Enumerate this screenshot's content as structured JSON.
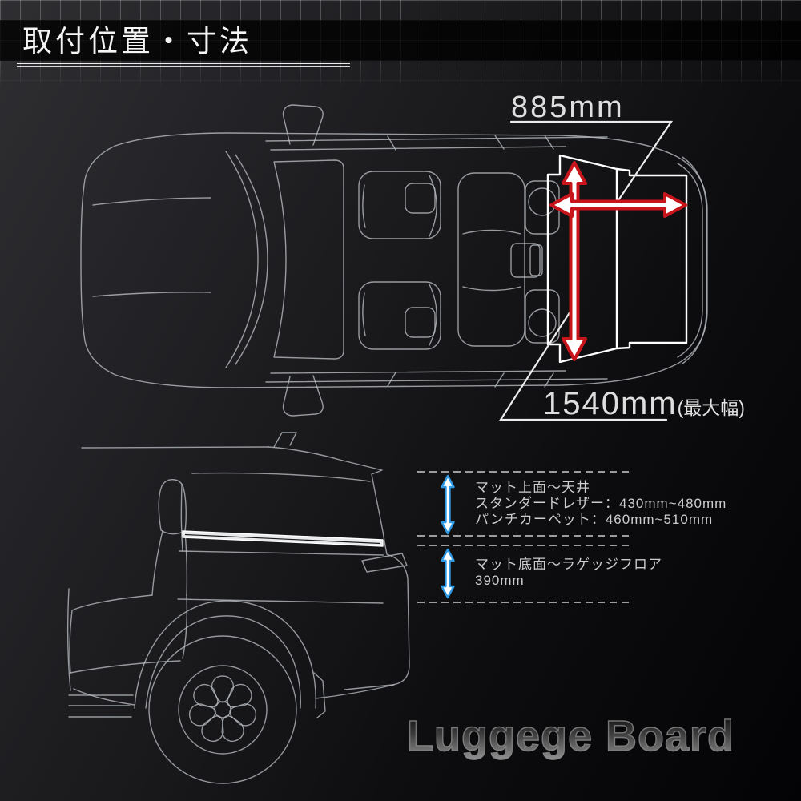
{
  "header": {
    "title": "取付位置・寸法"
  },
  "top_view": {
    "depth_label": "885mm",
    "width_label": "1540mm",
    "width_note": "(最大幅)"
  },
  "annotations": {
    "ceiling": {
      "line1": "マット上面〜天井",
      "line2": "スタンダードレザー：430mm~480mm",
      "line3": "パンチカーペット：460mm~510mm"
    },
    "floor": {
      "line1": "マット底面〜ラゲッジフロア",
      "line2": "390mm"
    }
  },
  "watermark": "Luggege Board",
  "colors": {
    "arrow_red": "#c8141b",
    "arrow_blue": "#2d9ae6",
    "leader_white": "#ececec",
    "line_art": "#b8bcc1",
    "background_top_left": "#2f2f32",
    "background_bottom_right": "#030305"
  }
}
